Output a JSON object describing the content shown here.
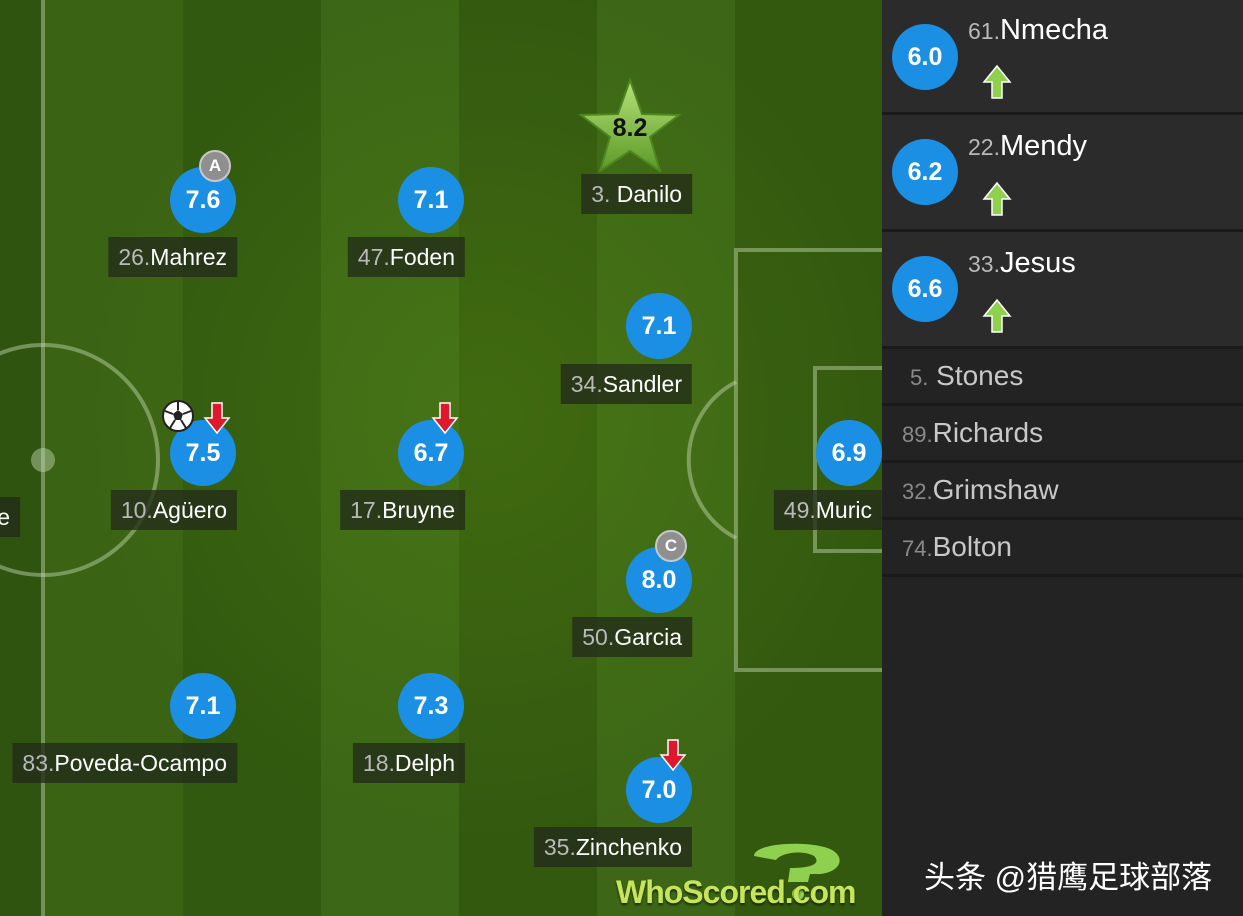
{
  "colors": {
    "rating_blue": "#1a8fe3",
    "star_green": "#7bc043",
    "sub_in_green": "#8fd14f",
    "sub_out_red": "#e0182d",
    "sidebar_bg": "#232323"
  },
  "pitch": {
    "players": [
      {
        "id": "mahrez",
        "rating": "7.6",
        "number": "26.",
        "name": "Mahrez",
        "badge": "A"
      },
      {
        "id": "foden",
        "rating": "7.1",
        "number": "47.",
        "name": "Foden"
      },
      {
        "id": "danilo",
        "rating": "8.2",
        "number": "3.",
        "name": "Danilo",
        "motm": true
      },
      {
        "id": "sandler",
        "rating": "7.1",
        "number": "34.",
        "name": "Sandler"
      },
      {
        "id": "aguero",
        "rating": "7.5",
        "number": "10.",
        "name": "Agüero",
        "icons": [
          "goal-icon",
          "sub-out-icon"
        ]
      },
      {
        "id": "bruyne",
        "rating": "6.7",
        "number": "17.",
        "name": "Bruyne",
        "icons": [
          "sub-out-icon"
        ]
      },
      {
        "id": "muric",
        "rating": "6.9",
        "number": "49.",
        "name": "Muric"
      },
      {
        "id": "garcia",
        "rating": "8.0",
        "number": "50.",
        "name": "Garcia",
        "badge": "C"
      },
      {
        "id": "poveda",
        "rating": "7.1",
        "number": "83.",
        "name": "Poveda-Ocampo"
      },
      {
        "id": "delph",
        "rating": "7.3",
        "number": "18.",
        "name": "Delph"
      },
      {
        "id": "zinchenko",
        "rating": "7.0",
        "number": "35.",
        "name": "Zinchenko",
        "icons": [
          "sub-out-icon"
        ]
      },
      {
        "id": "cutoff",
        "name": "e"
      }
    ]
  },
  "sidebar": {
    "substitutes_used": [
      {
        "rating": "6.0",
        "number": "61.",
        "name": "Nmecha",
        "icon": "sub-in-arrow-icon"
      },
      {
        "rating": "6.2",
        "number": "22.",
        "name": "Mendy",
        "icon": "sub-in-arrow-icon"
      },
      {
        "rating": "6.6",
        "number": "33.",
        "name": "Jesus",
        "icon": "sub-in-arrow-icon"
      }
    ],
    "bench": [
      {
        "number": "5.",
        "name": "Stones"
      },
      {
        "number": "89.",
        "name": "Richards"
      },
      {
        "number": "32.",
        "name": "Grimshaw"
      },
      {
        "number": "74.",
        "name": "Bolton"
      }
    ]
  },
  "watermark": {
    "text": "头条 @猎鹰足球部落",
    "logo_text": "WhoScored.com"
  }
}
